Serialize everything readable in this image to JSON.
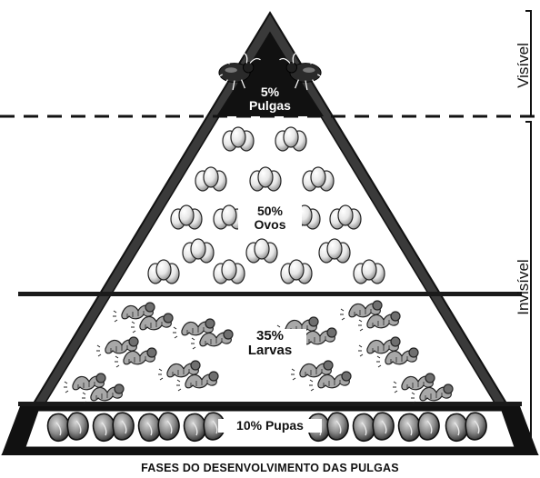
{
  "tiers": {
    "pulgas": {
      "percent": "5%",
      "name": "Pulgas",
      "value": 5
    },
    "ovos": {
      "percent": "50%",
      "name": "Ovos",
      "value": 50
    },
    "larvas": {
      "percent": "35%",
      "name": "Larvas",
      "value": 35
    },
    "pupas": {
      "label": "10% Pupas",
      "value": 10
    }
  },
  "side_labels": {
    "visible": "Visível",
    "invisible": "Invisível"
  },
  "caption": "FASES DO DESENVOLVIMENTO DAS PULGAS",
  "colors": {
    "stroke": "#1a1a1a",
    "apex_fill": "#111111",
    "band": "#2b2b2b",
    "egg": "#f2f2f2",
    "larva": "#9a9a9a",
    "pupa": "#8a8a8a"
  },
  "icons": {
    "adult": "flea-icon",
    "egg": "egg-cluster-icon",
    "larva": "larva-icon",
    "pupa": "pupa-icon"
  }
}
